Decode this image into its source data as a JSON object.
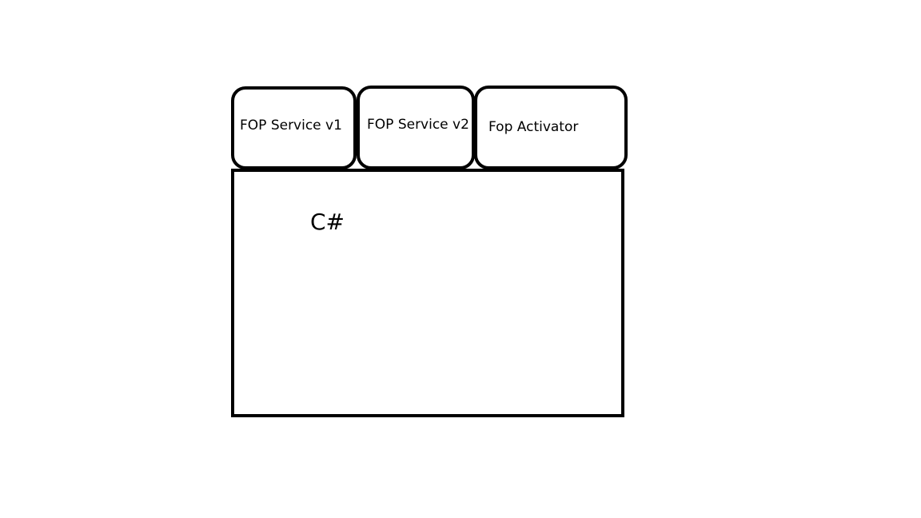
{
  "modules": [
    {
      "label": "FOP Service v1"
    },
    {
      "label": "FOP Service v2"
    },
    {
      "label": "Fop Activator"
    }
  ],
  "platform": {
    "label": "C#"
  },
  "colors": {
    "stroke": "#000000",
    "background": "#ffffff"
  }
}
